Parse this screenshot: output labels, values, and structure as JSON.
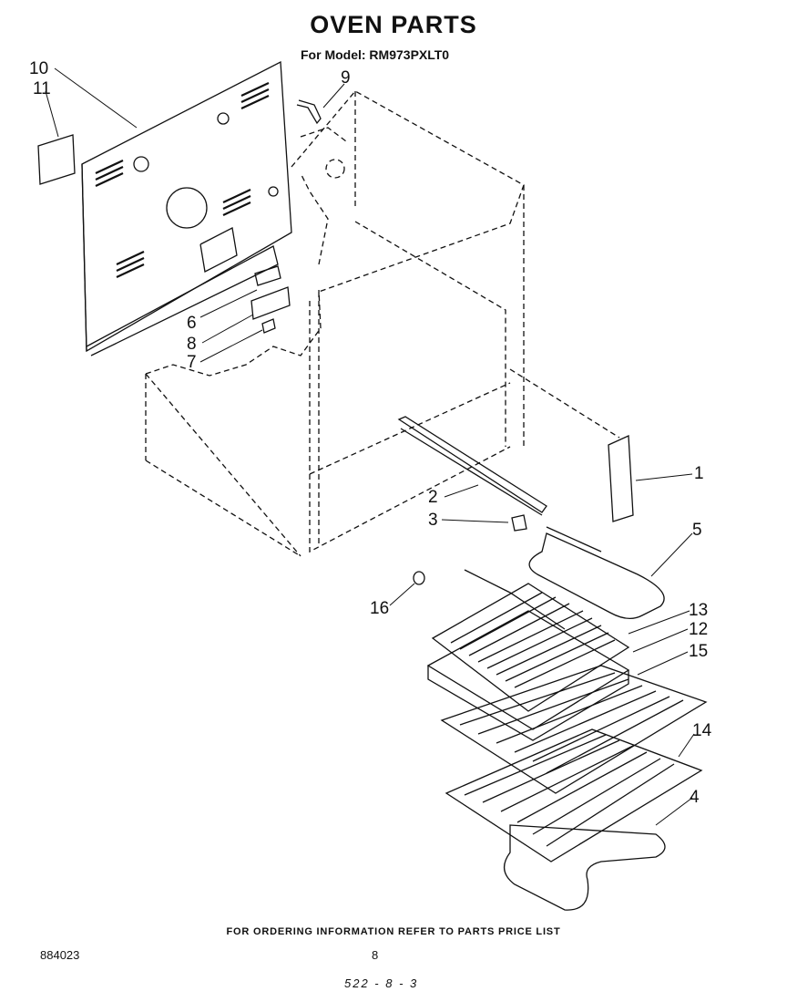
{
  "header": {
    "title": "OVEN PARTS",
    "model_line": "For Model: RM973PXLT0"
  },
  "callouts": {
    "c1": "1",
    "c2": "2",
    "c3": "3",
    "c4": "4",
    "c5": "5",
    "c6": "6",
    "c7": "7",
    "c8": "8",
    "c9": "9",
    "c10": "10",
    "c11": "11",
    "c12": "12",
    "c13": "13",
    "c14": "14",
    "c15": "15",
    "c16": "16"
  },
  "footer": {
    "ordering_note": "FOR ORDERING INFORMATION REFER TO PARTS PRICE LIST",
    "document_number": "884023",
    "page_number": "8",
    "date_stamp": "522 - 8 - 3"
  }
}
